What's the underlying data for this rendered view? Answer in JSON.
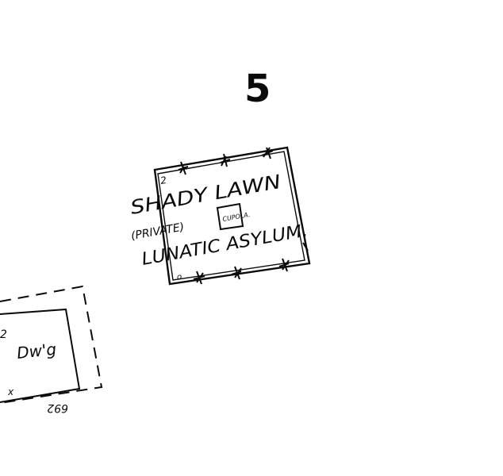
{
  "map": {
    "sheet_number": "5",
    "colors": {
      "ink": "#0a0a0a",
      "paper": "#ffffff"
    },
    "main_building": {
      "stories": "2",
      "name_line1": "SHADY LAWN",
      "name_line2_prefix": "(PRIVATE)",
      "cupola_label": "CUPOLA.",
      "name_line3": "LUNATIC ASYLUM.",
      "corner_mark": "o"
    },
    "left_building": {
      "stories": "2",
      "label": "Dw'g",
      "corner_mark": "x",
      "address": "692"
    }
  }
}
